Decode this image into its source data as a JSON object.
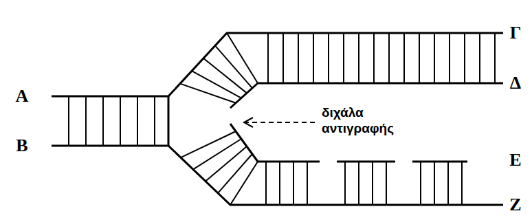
{
  "diagram": {
    "labels": [
      "Α",
      "Β",
      "Γ",
      "Δ",
      "Ε",
      "Ζ",
      "διχάλα αντιγραφής"
    ]
  }
}
